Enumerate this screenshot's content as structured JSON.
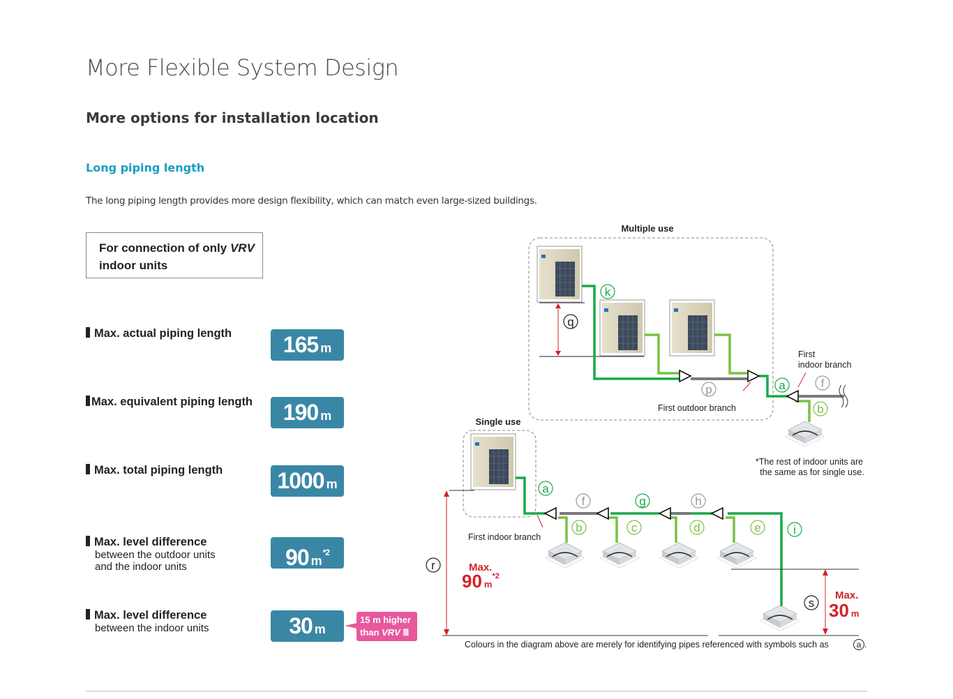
{
  "page": {
    "title": "More Flexible System Design",
    "section_title": "More options for installation location",
    "subsection_title": "Long piping length",
    "intro": "The long piping length provides more design flexibility, which can match even large-sized buildings."
  },
  "connection_box": {
    "line1": "For connection of only ",
    "brand": "VRV",
    "line2": "indoor units"
  },
  "specs": [
    {
      "label": "Max. actual piping length",
      "sub": "",
      "value": "165",
      "unit": "m",
      "note": ""
    },
    {
      "label": "Max. equivalent piping length",
      "sub": "",
      "value": "190",
      "unit": "m",
      "note": ""
    },
    {
      "label": "Max. total piping length",
      "sub": "",
      "value": "1000",
      "unit": "m",
      "note": ""
    },
    {
      "label": "Max. level difference",
      "sub1": "between the outdoor units",
      "sub2": "and the indoor units",
      "value": "90",
      "unit": "m",
      "note": "*2"
    },
    {
      "label": "Max. level difference",
      "sub1": "between the indoor units",
      "value": "30",
      "unit": "m",
      "note": ""
    }
  ],
  "callout": {
    "line1": "15 m higher",
    "line2_prefix": "than ",
    "line2_brand": "VRV",
    "line2_suffix": " Ⅲ"
  },
  "diagram": {
    "multiple_use_title": "Multiple use",
    "single_use_title": "Single use",
    "first_indoor_branch_line1": "First",
    "first_indoor_branch_line2": "indoor branch",
    "first_outdoor_branch": "First outdoor branch",
    "first_indoor_branch_single": "First indoor branch",
    "rest_note_line1": "*The rest of indoor units are",
    "rest_note_line2": "the same as for single use.",
    "max_90_label": "Max.",
    "max_90_value": "90",
    "max_90_unit": "m",
    "max_90_note": "*2",
    "max_30_label": "Max.",
    "max_30_value": "30",
    "max_30_unit": "m",
    "footnote": "Colours in the diagram above are merely for identifying pipes referenced with symbols such as ",
    "footnote_symbol": "a",
    "symbols": {
      "a": "a",
      "b": "b",
      "c": "c",
      "d": "d",
      "e": "e",
      "f": "f",
      "g": "g",
      "h": "h",
      "i": "i",
      "k": "k",
      "p": "p",
      "q": "q",
      "r": "r",
      "s": "s"
    },
    "colors": {
      "dark_green": "#1aa84a",
      "light_green": "#7ac143",
      "gray_pipe": "#7a7a7a",
      "red": "#d2232a",
      "accent_blue": "#3a87a5",
      "pink": "#e8589c",
      "heading_blue": "#1a9dc0"
    }
  }
}
